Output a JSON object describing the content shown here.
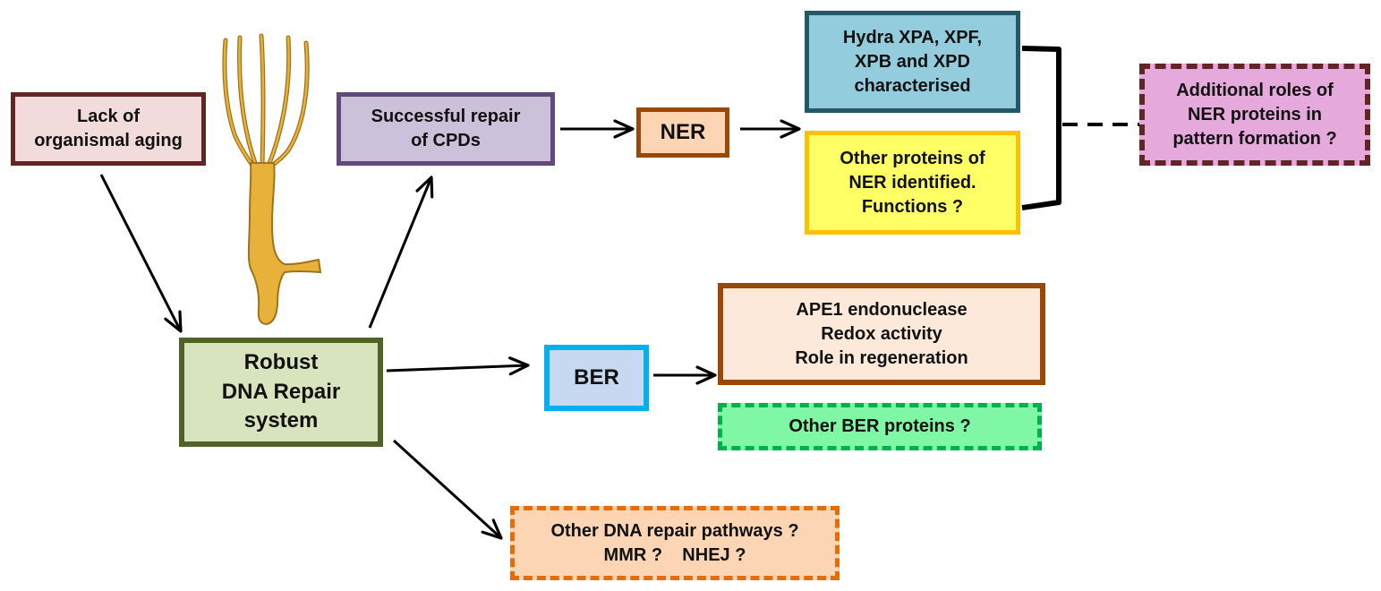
{
  "boxes": {
    "aging": [
      "Lack of",
      "organismal aging"
    ],
    "cpd": [
      "Successful repair",
      "of CPDs"
    ],
    "ner": [
      "NER"
    ],
    "xpa": [
      "Hydra XPA, XPF,",
      "XPB and XPD",
      "characterised"
    ],
    "other_ner": [
      "Other proteins of",
      "NER identified.",
      "Functions ?"
    ],
    "additional": [
      "Additional roles of",
      "NER proteins in",
      "pattern formation ?"
    ],
    "robust": [
      "Robust",
      "DNA Repair",
      "system"
    ],
    "ber": [
      "BER"
    ],
    "ape1": [
      "APE1 endonuclease",
      "Redox activity",
      "Role in regeneration"
    ],
    "other_ber": [
      "Other BER proteins ?"
    ],
    "other_dna": [
      "Other DNA repair pathways ?",
      "MMR ?    NHEJ ?"
    ]
  },
  "colors": {
    "arrow": "#000000",
    "hydra_body": "#e8b13a",
    "hydra_outline": "#a0721a"
  },
  "icons": {
    "illustration": "hydra-organism-icon"
  }
}
